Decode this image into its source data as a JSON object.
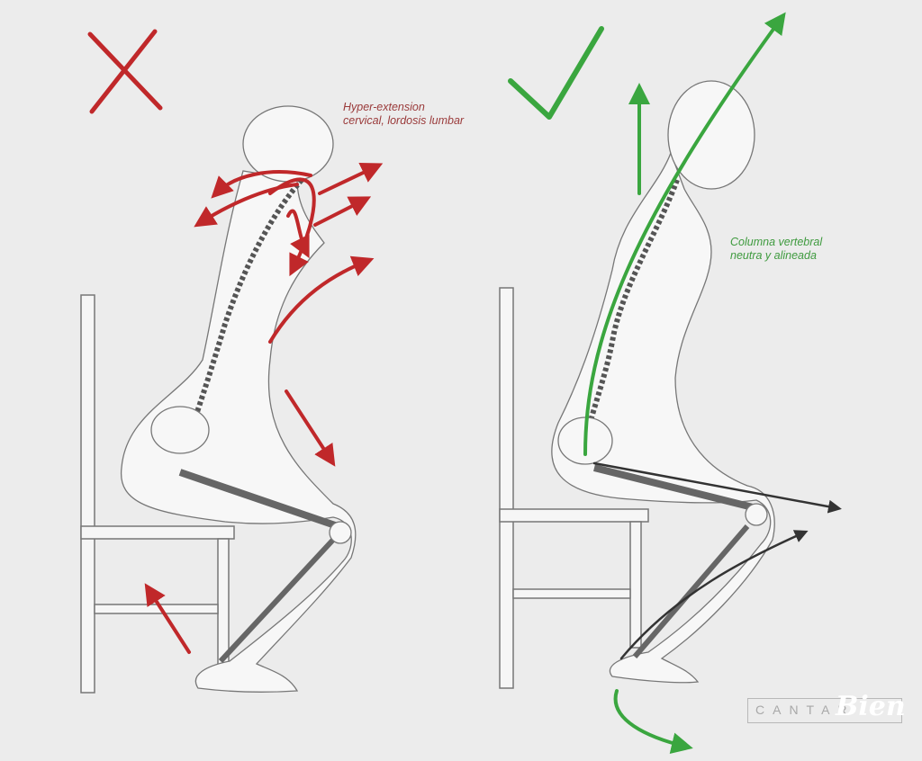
{
  "annotations": {
    "bad_posture": [
      "Hyper-extension",
      "cervical, lordosis lumbar"
    ],
    "good_posture": [
      "Columna vertebral",
      "neutra y alineada"
    ]
  },
  "icons": {
    "bad": "cross-mark-icon",
    "good": "check-mark-icon"
  },
  "logo": {
    "text": "CANTAR",
    "script": "Bien"
  },
  "colors": {
    "bad": "#c0282a",
    "good": "#3aa63f",
    "neutral": "#333333",
    "background": "#ececec"
  }
}
